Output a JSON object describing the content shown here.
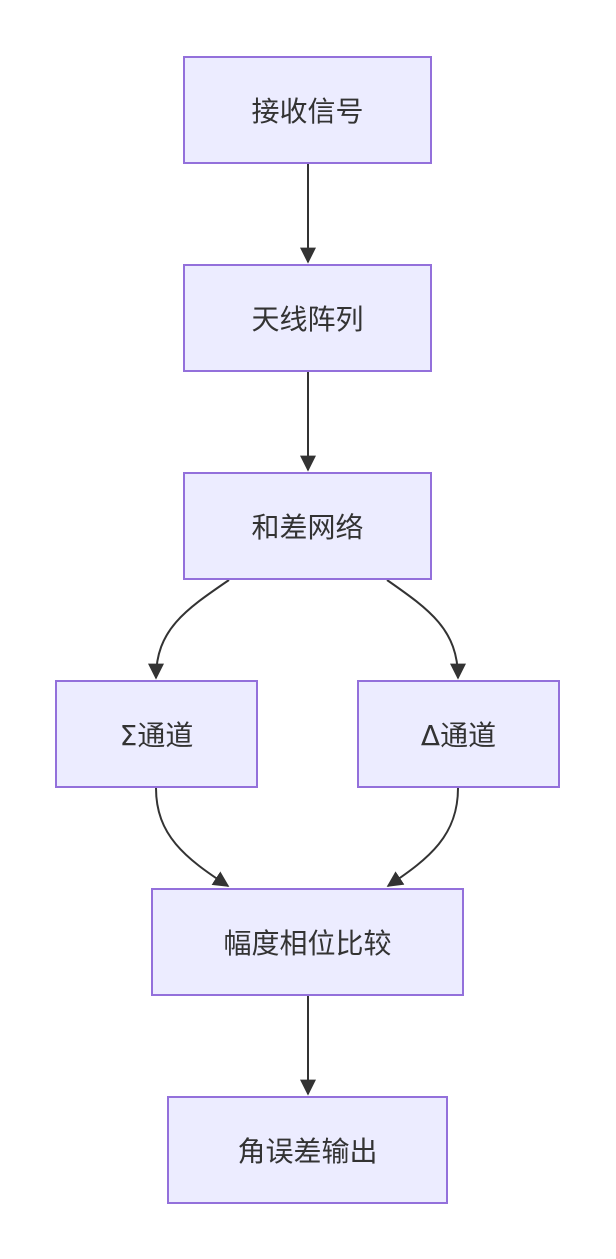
{
  "diagram": {
    "nodes": [
      {
        "id": "receive",
        "label": "接收信号"
      },
      {
        "id": "antenna",
        "label": "天线阵列"
      },
      {
        "id": "hybrid",
        "label": "和差网络"
      },
      {
        "id": "sigma",
        "label": "Σ通道"
      },
      {
        "id": "delta",
        "label": "Δ通道"
      },
      {
        "id": "compare",
        "label": "幅度相位比较"
      },
      {
        "id": "output",
        "label": "角误差输出"
      }
    ],
    "edges": [
      {
        "from": "receive",
        "to": "antenna"
      },
      {
        "from": "antenna",
        "to": "hybrid"
      },
      {
        "from": "hybrid",
        "to": "sigma"
      },
      {
        "from": "hybrid",
        "to": "delta"
      },
      {
        "from": "sigma",
        "to": "compare"
      },
      {
        "from": "delta",
        "to": "compare"
      },
      {
        "from": "compare",
        "to": "output"
      }
    ],
    "colors": {
      "node_fill": "#ececff",
      "node_border": "#9370db",
      "text": "#333333",
      "edge": "#333333",
      "background": "#ffffff"
    }
  }
}
